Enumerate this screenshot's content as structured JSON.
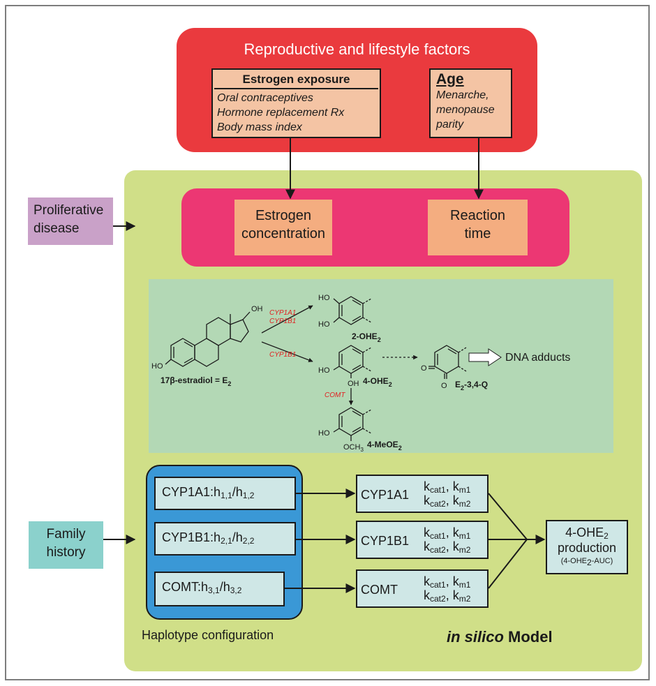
{
  "colors": {
    "red_panel": "#ea3a3e",
    "factor_box": "#f4c4a4",
    "green_panel": "#d0df88",
    "magenta_panel": "#ec3773",
    "orange_box": "#f4ad80",
    "proliferative_box": "#c9a1c8",
    "family_box": "#8bd1cc",
    "chem_panel": "#b3d8b5",
    "haplotype_panel": "#3a98d6",
    "light_box": "#cfe7e6",
    "enzyme_red": "#e02020"
  },
  "lifestyle": {
    "title": "Reproductive and lifestyle factors",
    "estrogen_exposure": {
      "heading": "Estrogen exposure",
      "items": [
        "Oral contraceptives",
        "Hormone replacement Rx",
        "Body mass index"
      ]
    },
    "age": {
      "heading": "Age",
      "items": [
        "Menarche,",
        "menopause",
        "parity"
      ]
    }
  },
  "inputs": {
    "estrogen_concentration": [
      "Estrogen",
      "concentration"
    ],
    "reaction_time": [
      "Reaction",
      "time"
    ]
  },
  "proliferative": [
    "Proliferative",
    "disease"
  ],
  "family": [
    "Family",
    "history"
  ],
  "chemistry": {
    "estradiol": {
      "label": "17β-estradiol = E",
      "sub": "2"
    },
    "two_ohe2": {
      "label": "2-OHE",
      "sub": "2"
    },
    "four_ohe2": {
      "label": "4-OHE",
      "sub": "2"
    },
    "four_meoe2": {
      "label": "4-MeOE",
      "sub": "2"
    },
    "quinone": {
      "label": "E",
      "sub": "2",
      "rest": "-3,4-Q"
    },
    "dna_adducts": "DNA adducts",
    "enzymes": {
      "cyp1a1": "CYP1A1",
      "cyp1b1_top": "CYP1B1",
      "cyp1b1_bottom": "CYP1B1",
      "comt": "COMT"
    },
    "atoms": {
      "oh": "OH",
      "ho": "HO",
      "o": "O",
      "och3": "OCH",
      "och3_sub": "3"
    }
  },
  "haplotypes": {
    "label": "Haplotype configuration",
    "items": [
      {
        "gene": "CYP1A1:h",
        "s1": "1,1",
        "slash": "/h",
        "s2": "1,2"
      },
      {
        "gene": "CYP1B1:h",
        "s1": "2,1",
        "slash": "/h",
        "s2": "2,2"
      },
      {
        "gene": "COMT:h",
        "s1": "3,1",
        "slash": "/h",
        "s2": "3,2"
      }
    ]
  },
  "enzymes": {
    "items": [
      {
        "name": "CYP1A1"
      },
      {
        "name": "CYP1B1"
      },
      {
        "name": "COMT"
      }
    ],
    "k": {
      "k": "k",
      "cat1": "cat1",
      "cat2": "cat2",
      "m1": "m1",
      "m2": "m2",
      "comma": ","
    }
  },
  "production": {
    "line1_prefix": "4-OHE",
    "line1_sub": "2",
    "line2": "production",
    "line3_prefix": "(4-OHE",
    "line3_sub": "2",
    "line3_suffix": "-AUC)"
  },
  "model": {
    "italic": "in silico",
    "bold": "Model"
  }
}
